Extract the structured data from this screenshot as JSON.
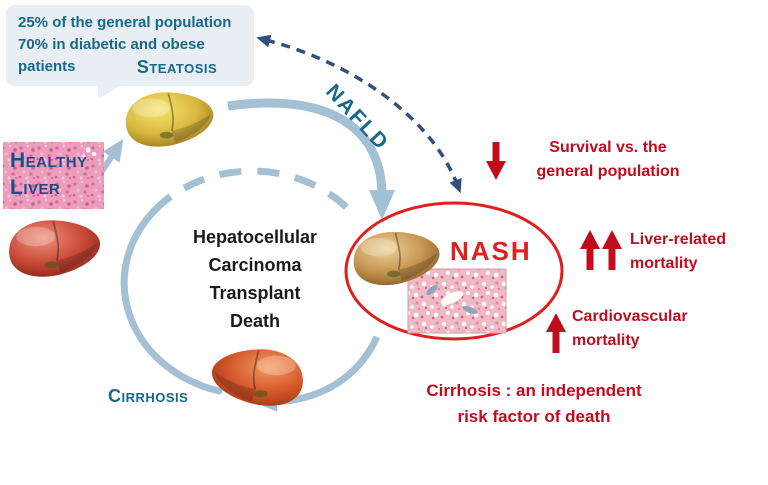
{
  "diagram": {
    "callout": {
      "lines": [
        "25% of the general population",
        "70% in diabetic and obese patients"
      ]
    },
    "labels": {
      "steatosis": "Steatosis",
      "healthy_line1": "Healthy",
      "healthy_line2": "Liver",
      "cirrhosis": "Cirrhosis",
      "nafld": "NAFLD",
      "nash": "NASH"
    },
    "cycle_outcomes": {
      "lines": [
        "Hepatocellular",
        "Carcinoma",
        "Transplant",
        "Death"
      ]
    },
    "annotations": {
      "survival": {
        "icon": "arrow-down",
        "lines": [
          "Survival vs. the",
          "general population"
        ]
      },
      "liver_mortality": {
        "icon": "arrow-up-double",
        "lines": [
          "Liver-related",
          "mortality"
        ]
      },
      "cardiovascular_mortality": {
        "icon": "arrow-up",
        "lines": [
          "Cardiovascular",
          "mortality"
        ]
      },
      "cirrhosis_risk": {
        "lines": [
          "Cirrhosis : an independent",
          "risk factor of death"
        ]
      }
    },
    "colors": {
      "teal": "#17698a",
      "navy": "#1f4d8a",
      "red": "#e01f1f",
      "dark_red": "#c00d1e",
      "steel_arrow": "#a3c0d4",
      "navy_dash": "#31507f",
      "callout_bg": "#e8eef4",
      "text_black": "#1a1a1a"
    }
  }
}
